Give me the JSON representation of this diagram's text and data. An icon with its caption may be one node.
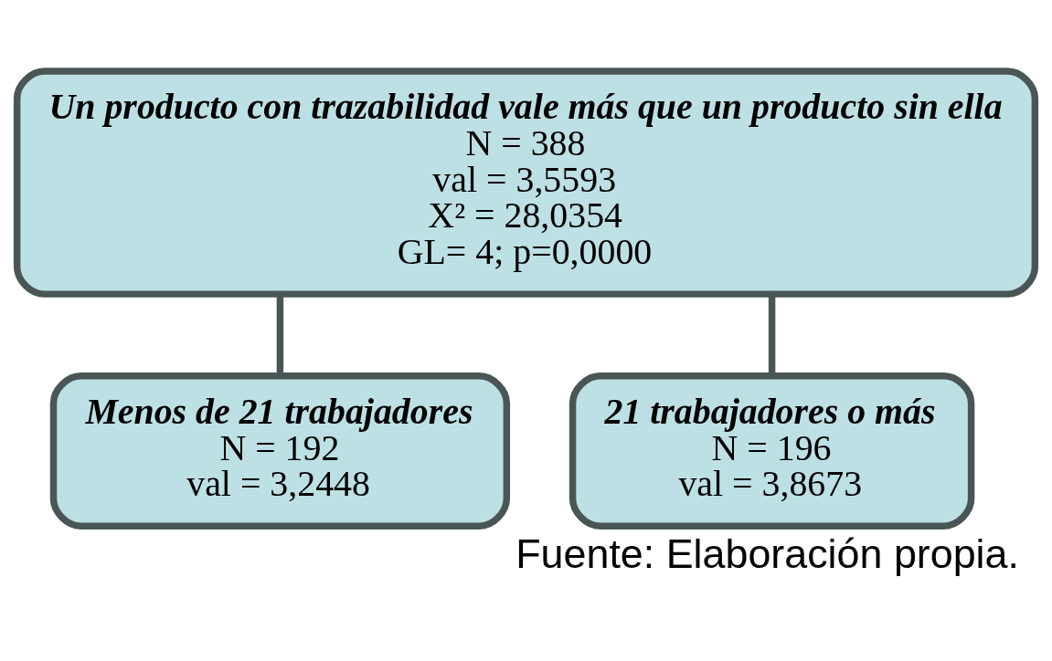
{
  "diagram": {
    "caption": "Fuente: Elaboración propia.",
    "nodes": [
      {
        "text": [
          "Un producto con trazabilidad vale más que un producto sin ella",
          "N = 388",
          "val = 3,5593",
          "X² = 28,0354",
          "GL= 4; p=0,0000"
        ]
      },
      {
        "text": [
          "Menos de 21 trabajadores",
          "N = 192",
          "val = 3,2448"
        ]
      },
      {
        "text": [
          "21 trabajadores o más",
          "N = 196",
          "val = 3,8673"
        ]
      }
    ],
    "edges": [
      {
        "from": 0,
        "to": 1,
        "arrow": "none"
      },
      {
        "from": 0,
        "to": 2,
        "arrow": "none"
      }
    ]
  }
}
